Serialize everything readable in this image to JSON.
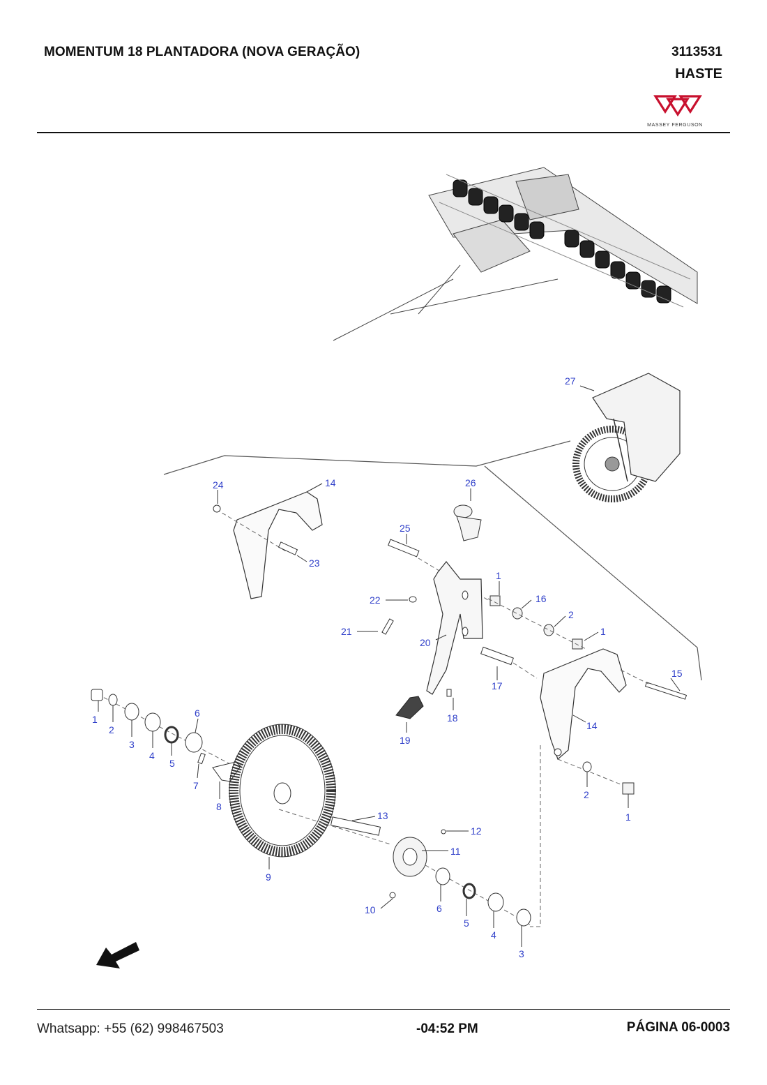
{
  "header": {
    "title": "MOMENTUM 18 PLANTADORA (NOVA GERAÇÃO)",
    "code": "3113531",
    "section": "HASTE",
    "brand": "MASSEY FERGUSON",
    "brand_color": "#c8102e"
  },
  "callouts": {
    "c1a": "1",
    "c1b": "1",
    "c1c": "1",
    "c1d": "1",
    "c2a": "2",
    "c2b": "2",
    "c2c": "2",
    "c3a": "3",
    "c3b": "3",
    "c4a": "4",
    "c4b": "4",
    "c5a": "5",
    "c5b": "5",
    "c6a": "6",
    "c6b": "6",
    "c7": "7",
    "c8": "8",
    "c9": "9",
    "c10": "10",
    "c11": "11",
    "c12": "12",
    "c13": "13",
    "c14a": "14",
    "c14b": "14",
    "c15": "15",
    "c16": "16",
    "c17": "17",
    "c18": "18",
    "c19": "19",
    "c20": "20",
    "c21": "21",
    "c22": "22",
    "c23": "23",
    "c24": "24",
    "c25": "25",
    "c26": "26",
    "c27": "27"
  },
  "footer": {
    "contact": "Whatsapp: +55 (62) 998467503",
    "time": "-04:52 PM",
    "page": "PÁGINA 06-0003"
  },
  "icons": {
    "logo": "massey-ferguson-triple-triangle-icon",
    "orientation": "front-direction-arrow-icon"
  }
}
